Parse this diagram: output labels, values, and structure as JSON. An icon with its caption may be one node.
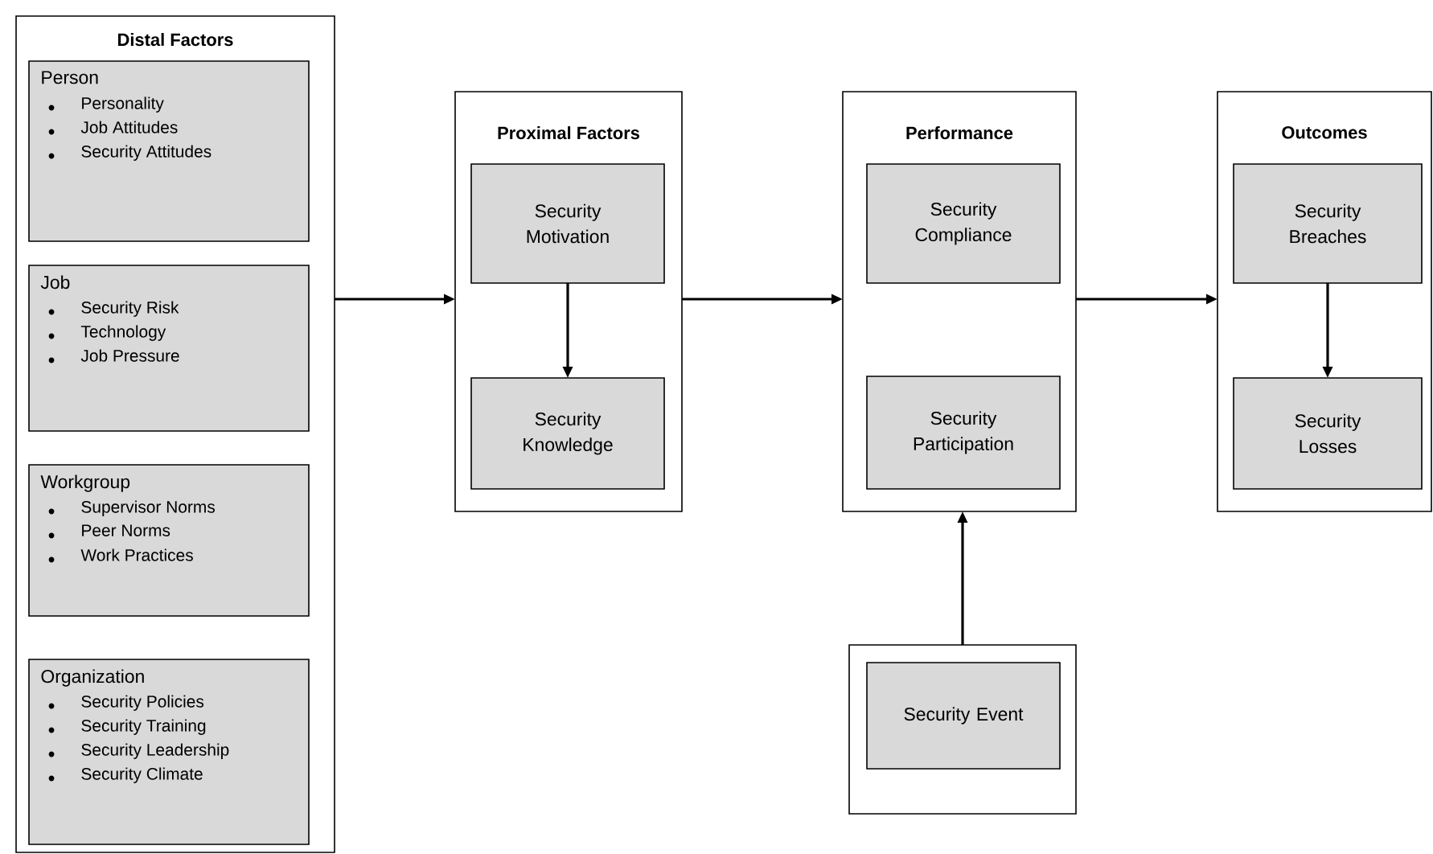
{
  "diagram": {
    "nodes": [
      {
        "text": [
          "Distal Factors"
        ]
      },
      {
        "text": [
          "Person",
          "Personality",
          "Job Attitudes",
          "Security Attitudes"
        ],
        "in": 0
      },
      {
        "text": [
          "Job",
          "Security Risk",
          "Technology",
          "Job Pressure"
        ],
        "in": 0
      },
      {
        "text": [
          "Workgroup",
          "Supervisor Norms",
          "Peer Norms",
          "Work Practices"
        ],
        "in": 0
      },
      {
        "text": [
          "Organization",
          "Security Policies",
          "Security Training",
          "Security Leadership",
          "Security Climate"
        ],
        "in": 0
      },
      {
        "text": [
          "Proximal Factors"
        ]
      },
      {
        "text": [
          "Security Motivation"
        ],
        "in": 5
      },
      {
        "text": [
          "Security Knowledge"
        ],
        "in": 5
      },
      {
        "text": [
          "Performance"
        ]
      },
      {
        "text": [
          "Security Compliance"
        ],
        "in": 8
      },
      {
        "text": [
          "Security Participation"
        ],
        "in": 8
      },
      {
        "text": [
          "Outcomes"
        ]
      },
      {
        "text": [
          "Security Breaches"
        ],
        "in": 11
      },
      {
        "text": [
          "Security Losses"
        ],
        "in": 11
      },
      {
        "text": [],
        "shape": "box"
      },
      {
        "text": [
          "Security Event"
        ],
        "in": 14
      }
    ],
    "edges": [
      {
        "from": 0,
        "to": 5,
        "arrow": "to"
      },
      {
        "from": 6,
        "to": 7,
        "arrow": "to"
      },
      {
        "from": 5,
        "to": 8,
        "arrow": "to"
      },
      {
        "from": 8,
        "to": 11,
        "arrow": "to"
      },
      {
        "from": 12,
        "to": 13,
        "arrow": "to"
      },
      {
        "from": 14,
        "to": 8,
        "arrow": "to"
      }
    ]
  }
}
